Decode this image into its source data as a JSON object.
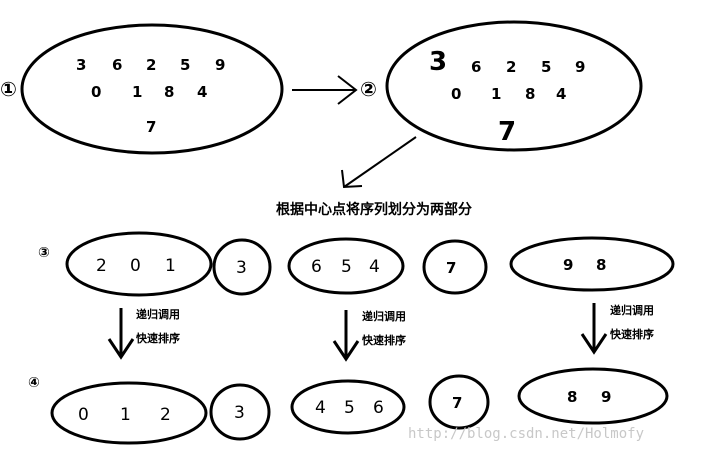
{
  "steps": {
    "s1": "①",
    "s2": "②",
    "s3": "③",
    "s4": "④"
  },
  "stage1": {
    "row1": [
      "3",
      "6",
      "2",
      "5",
      "9"
    ],
    "row2": [
      "0",
      "1",
      "8",
      "4"
    ],
    "row3": [
      "7"
    ]
  },
  "stage2": {
    "pivot_top": "3",
    "row1": [
      "6",
      "2",
      "5",
      "9"
    ],
    "row2": [
      "0",
      "1",
      "8",
      "4"
    ],
    "pivot_bottom": "7"
  },
  "caption": "根据中心点将序列划分为两部分",
  "partition": {
    "g1": [
      "2",
      "0",
      "1"
    ],
    "p1": "3",
    "g2": [
      "6",
      "5",
      "4"
    ],
    "p2": "7",
    "g3": [
      "9",
      "8"
    ]
  },
  "recursion_label": {
    "line1": "递归调用",
    "line2": "快速排序"
  },
  "sorted": {
    "g1": [
      "0",
      "1",
      "2"
    ],
    "p1": "3",
    "g2": [
      "4",
      "5",
      "6"
    ],
    "p2": "7",
    "g3": [
      "8",
      "9"
    ]
  },
  "watermark": "http://blog.csdn.net/Holmofy"
}
